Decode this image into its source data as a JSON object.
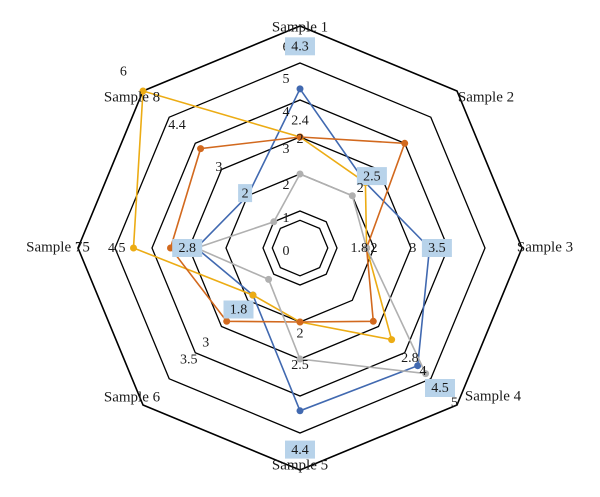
{
  "chart_data": {
    "type": "radar",
    "axes": [
      "Sample 1",
      "Sample 2",
      "Sample 3",
      "Sample 4",
      "Sample 5",
      "Sample 6",
      "Sample 75",
      "Sample 8"
    ],
    "rlim": [
      0,
      6
    ],
    "rings": [
      1,
      2,
      3,
      4,
      5,
      6
    ],
    "ring_labels": [
      "0",
      "1",
      "2",
      "3",
      "4",
      "5",
      "6"
    ],
    "grid": true,
    "legend": "none",
    "series": [
      {
        "color": "#4169b0",
        "values": [
          4.3,
          2.5,
          3.5,
          4.5,
          4.4,
          1.8,
          2.8,
          2.0
        ]
      },
      {
        "color": "#ecac14",
        "values": [
          3.0,
          2.5,
          1.8,
          3.5,
          2.0,
          1.8,
          4.5,
          6.0
        ]
      },
      {
        "color": "#d2691e",
        "values": [
          3.0,
          4.0,
          1.8,
          2.8,
          2.0,
          2.8,
          3.5,
          3.8
        ]
      },
      {
        "color": "#b0b0b0",
        "values": [
          2.0,
          2.0,
          1.8,
          4.8,
          3.0,
          1.2,
          2.8,
          1.0
        ]
      }
    ],
    "data_labels": [
      {
        "axis": 0,
        "r": 5.45,
        "text": "4.3",
        "box": true
      },
      {
        "axis": 0,
        "r": 3.45,
        "text": "2.4",
        "box": false
      },
      {
        "axis": 0,
        "r": 2.95,
        "text": "2",
        "box": false
      },
      {
        "axis": 1,
        "r": 2.75,
        "text": "2.5",
        "box": true
      },
      {
        "axis": 1,
        "r": 2.3,
        "text": "2",
        "box": false
      },
      {
        "axis": 2,
        "r": 3.7,
        "text": "3.5",
        "box": true
      },
      {
        "axis": 2,
        "r": 3.05,
        "text": "3",
        "box": false
      },
      {
        "axis": 2,
        "r": 2.0,
        "text": "2",
        "box": false
      },
      {
        "axis": 2,
        "r": 1.6,
        "text": "1.8",
        "box": false
      },
      {
        "axis": 3,
        "r": 5.35,
        "text": "4.5",
        "box": true
      },
      {
        "axis": 3,
        "r": 4.2,
        "text": "2.8",
        "box": false
      },
      {
        "axis": 3,
        "r": 4.7,
        "text": "4",
        "box": false
      },
      {
        "axis": 3,
        "r": 5.9,
        "text": "5",
        "box": false
      },
      {
        "axis": 4,
        "r": 5.45,
        "text": "4.4",
        "box": true
      },
      {
        "axis": 4,
        "r": 3.15,
        "text": "2.5",
        "box": false
      },
      {
        "axis": 4,
        "r": 2.3,
        "text": "2",
        "box": false
      },
      {
        "axis": 5,
        "r": 2.35,
        "text": "1.8",
        "box": true
      },
      {
        "axis": 5,
        "r": 3.6,
        "text": "3",
        "box": false
      },
      {
        "axis": 5,
        "r": 4.25,
        "text": "3.5",
        "box": false
      },
      {
        "axis": 6,
        "r": 3.05,
        "text": "2.8",
        "box": true
      },
      {
        "axis": 6,
        "r": 4.95,
        "text": "4.5",
        "box": false
      },
      {
        "axis": 7,
        "r": 2.1,
        "text": "2",
        "box": true
      },
      {
        "axis": 7,
        "r": 3.1,
        "text": "3",
        "box": false
      },
      {
        "axis": 7,
        "r": 4.7,
        "text": "4.4",
        "box": false
      },
      {
        "axis": 7,
        "r": 6.75,
        "text": "6",
        "box": false
      }
    ]
  }
}
